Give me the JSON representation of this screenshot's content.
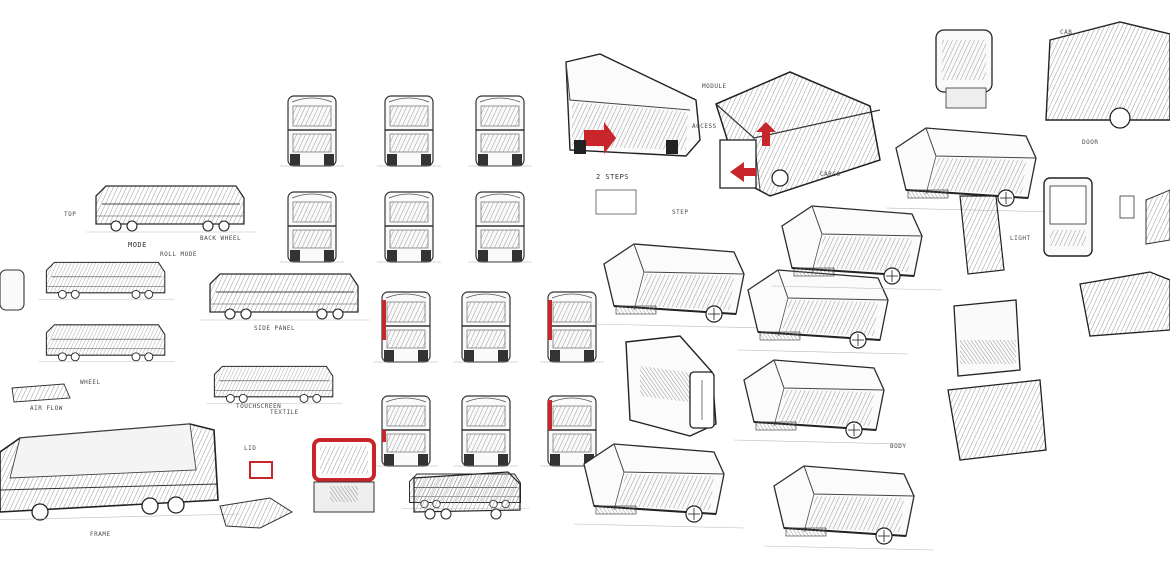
{
  "palette": {
    "ink": "#2b2b2b",
    "pencil": "#8a8a8a",
    "shade": "#cfcfcf",
    "accent_red": "#c8262a",
    "paper": "#ffffff"
  },
  "notes": {
    "n1": "MODE",
    "n2": "ROLL MODE",
    "n3": "BACK WHEEL",
    "n4": "SIDE PANEL",
    "n5": "TOUCHSCREEN",
    "n6": "TEXTILE",
    "n7": "AIR FLOW",
    "n8": "WHEEL",
    "n9": "LID",
    "n10": "TOP",
    "n11": "2 STEPS",
    "n12": "ACCESS",
    "n13": "CARGO",
    "n14": "MODULE",
    "n15": "STEP",
    "n16": "BODY",
    "n17": "LIGHT",
    "n18": "DOOR",
    "n19": "FRAME",
    "n20": "CAB"
  }
}
